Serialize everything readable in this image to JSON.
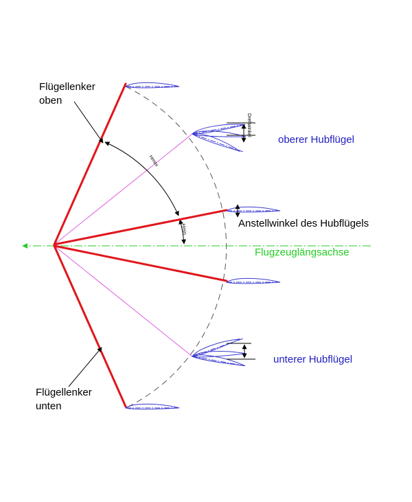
{
  "labels": {
    "upper_link_line1": "Flügellenker",
    "upper_link_line2": "oben",
    "lower_link_line1": "Flügellenker",
    "lower_link_line2": "unten",
    "upper_wing": "oberer Hubflügel",
    "lower_wing": "unterer Hubflügel",
    "angle_of_attack": "Anstellwinkel des Hubflügels",
    "longitudinal_axis": "Flugzeuglängsachse",
    "twist_angle": "Drehwinkel",
    "hmax": "Hmax",
    "hmin": "Hmin"
  },
  "colors": {
    "links": "#e0161c",
    "airfoil": "#3a3ad0",
    "guide": "#e060e0",
    "axis": "#22cc22",
    "wing_text": "#2020c0",
    "arc": "#555555"
  }
}
